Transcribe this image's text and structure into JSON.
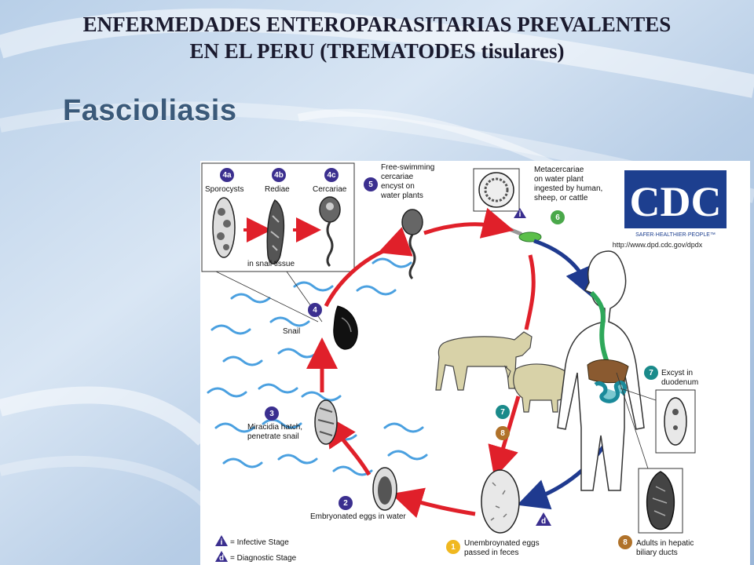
{
  "title": {
    "line1": "ENFERMEDADES  ENTEROPARASITARIAS  PREVALENTES",
    "line2": "EN  EL  PERU (TREMATODES tisulares)"
  },
  "subtitle": "Fascioliasis",
  "logo": {
    "text": "CDC",
    "tagline": "SAFER·HEALTHIER·PEOPLE™",
    "url": "http://www.dpd.cdc.gov/dpdx"
  },
  "stages": {
    "s4a": {
      "num": "4a",
      "label": "Sporocysts"
    },
    "s4b": {
      "num": "4b",
      "label": "Rediae"
    },
    "s4c": {
      "num": "4c",
      "label": "Cercariae"
    },
    "snail_tissue": "in snail tissue",
    "s5": {
      "num": "5",
      "lines": [
        "Free-swimming",
        "cercariae",
        "encyst on",
        "water plants"
      ]
    },
    "s6": {
      "num": "6",
      "lines": [
        "Metacercariae",
        "on water plant",
        "ingested by human,",
        "sheep, or cattle"
      ]
    },
    "s4": {
      "num": "4",
      "label": "Snail"
    },
    "s3": {
      "num": "3",
      "lines": [
        "Miracidia hatch,",
        "penetrate snail"
      ]
    },
    "s2": {
      "num": "2",
      "label": "Embryonated eggs in water"
    },
    "s1": {
      "num": "1",
      "lines": [
        "Unembroynated eggs",
        "passed in feces"
      ]
    },
    "s7": {
      "num": "7",
      "lines": [
        "Excyst in",
        "duodenum"
      ]
    },
    "s8": {
      "num": "8",
      "lines": [
        "Adults in hepatic",
        "biliary ducts"
      ]
    },
    "s7_host": {
      "num": "7"
    },
    "s8_host": {
      "num": "8"
    }
  },
  "legend": {
    "infective": {
      "badge": "i",
      "label": "= Infective Stage"
    },
    "diagnostic": {
      "badge": "d",
      "label": "= Diagnostic Stage"
    }
  },
  "colors": {
    "red_arrow": "#e0202a",
    "blue_arrow": "#1f3a8f",
    "badge_purple": "#3b2f8f",
    "badge_teal": "#1a8a8a",
    "badge_green": "#4aa84a",
    "badge_brown": "#b0722a",
    "badge_yellow": "#f0b820",
    "cdc_blue": "#1d3f8f"
  }
}
